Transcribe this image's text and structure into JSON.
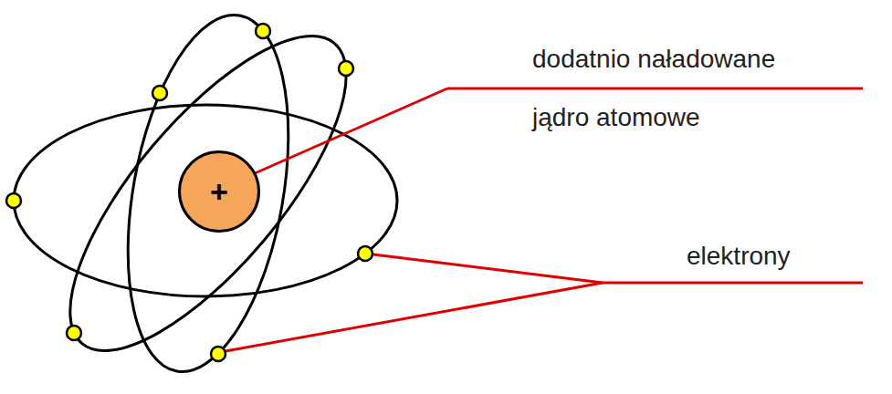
{
  "diagram": {
    "nodes": [
      {
        "text": [
          "+"
        ]
      }
    ],
    "labels": [
      "dodatnio naładowane jądro atomowe",
      "elektrony"
    ]
  }
}
